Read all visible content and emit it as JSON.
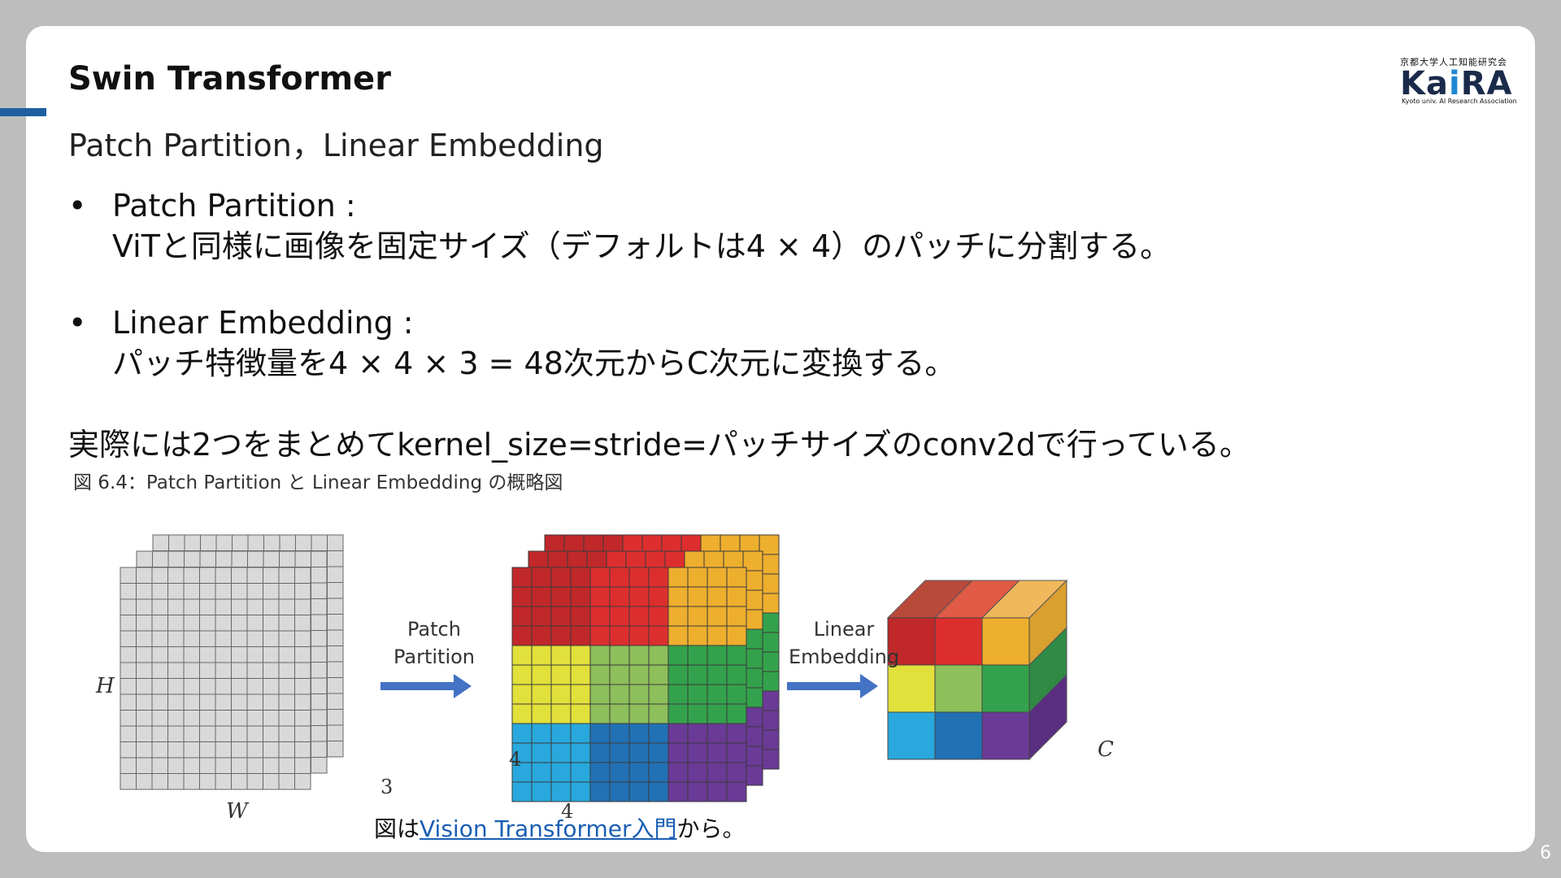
{
  "slide": {
    "title": "Swin Transformer",
    "subtitle": "Patch Partition，Linear Embedding",
    "page_number": "6"
  },
  "logo": {
    "top_text": "京都大学人工知能研究会",
    "main_text_pre": "Ka",
    "main_text_i": "i",
    "main_text_post": "RA",
    "bottom_text": "Kyoto univ. AI Research Association"
  },
  "bullets": [
    {
      "marker": "•",
      "heading": "Patch Partition :",
      "text": "ViTと同様に画像を固定サイズ（デフォルトは4 × 4）のパッチに分割する。"
    },
    {
      "marker": "•",
      "heading": "Linear Embedding :",
      "text": "パッチ特徴量を4 × 4 × 3 = 48次元からC次元に変換する。"
    }
  ],
  "main_text": "実際には2つをまとめてkernel_size=stride=パッチサイズのconv2dで行っている。",
  "figure": {
    "caption": "図 6.4：Patch Partition と Linear Embedding の概略図",
    "label_H": "H",
    "label_W": "W",
    "label_3": "3",
    "arrow1_line1": "Patch",
    "arrow1_line2": "Partition",
    "arrow2_line1": "Linear",
    "arrow2_line2": "Embedding",
    "label_4_left": "4",
    "label_4_bottom": "4",
    "label_C": "C",
    "colors": {
      "grid_fill": "#d9d9d9",
      "grid_line": "#666666",
      "arrow": "#4472c4",
      "patch_colors": [
        "#c0282a",
        "#dd2e2e",
        "#eeae2e",
        "#e2e03a",
        "#8dbf5a",
        "#34a24c",
        "#28a8dc",
        "#2271b5",
        "#6a3a97"
      ]
    }
  },
  "source": {
    "prefix": "図は",
    "link_text": "Vision Transformer入門",
    "suffix": "から。"
  }
}
